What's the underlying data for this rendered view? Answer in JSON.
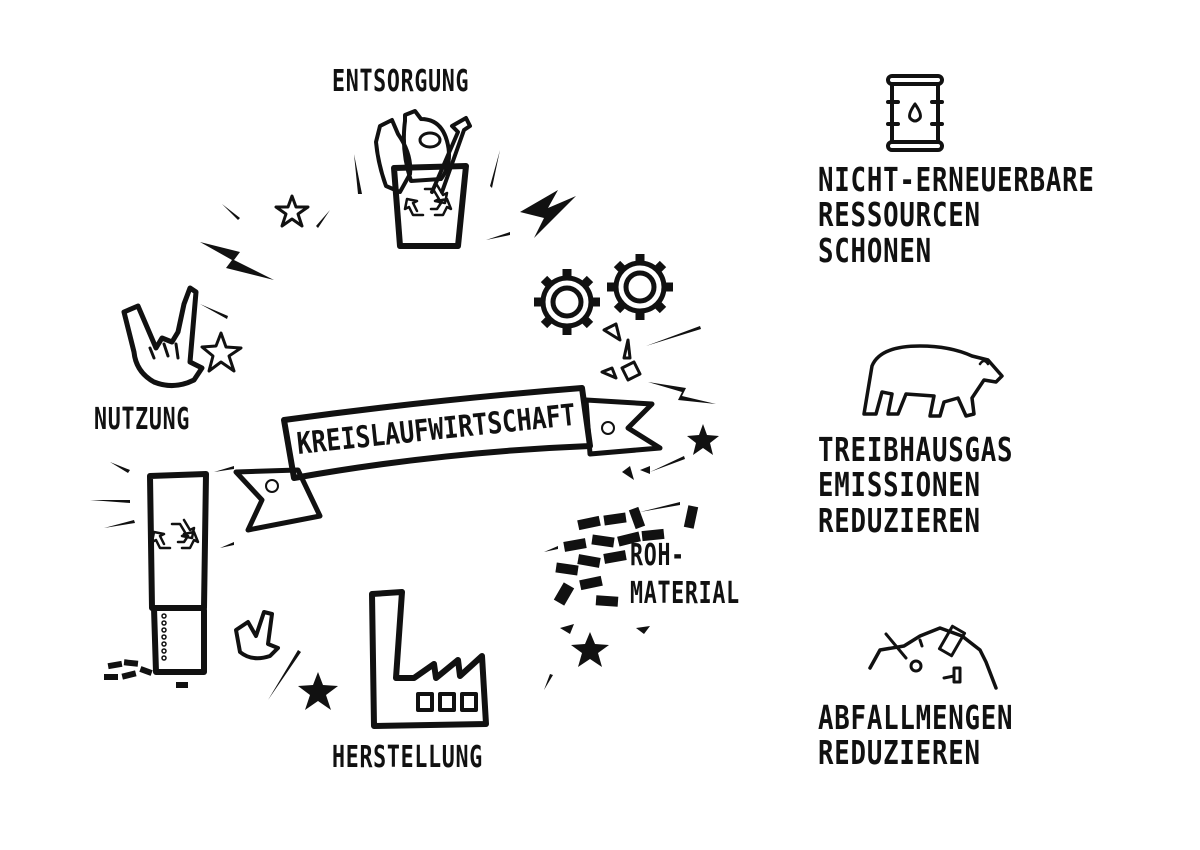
{
  "diagram": {
    "title": "Kreislaufwirtschaft",
    "cycle_stages": [
      {
        "id": "entsorgung",
        "label": "Entsorgung",
        "icon": "recycling-bin-icon"
      },
      {
        "id": "rohmaterial",
        "label_line1": "Roh-",
        "label_line2": "Material",
        "icon": "raw-material-pellets-icon"
      },
      {
        "id": "herstellung",
        "label": "Herstellung",
        "icon": "factory-icon"
      },
      {
        "id": "nutzung",
        "label": "Nutzung",
        "icon": "rock-hand-icon"
      }
    ],
    "benefits": [
      {
        "id": "ressourcen",
        "lines": [
          "Nicht-erneuerbare",
          "Ressourcen",
          "schonen"
        ],
        "icon": "oil-barrel-icon"
      },
      {
        "id": "treibhausgas",
        "lines": [
          "Treibhausgas",
          "Emissionen",
          "reduzieren"
        ],
        "icon": "polar-bear-icon"
      },
      {
        "id": "abfall",
        "lines": [
          "Abfallmengen",
          "reduzieren"
        ],
        "icon": "waste-pile-icon"
      }
    ],
    "colors": {
      "ink": "#111111",
      "background": "#ffffff"
    }
  }
}
